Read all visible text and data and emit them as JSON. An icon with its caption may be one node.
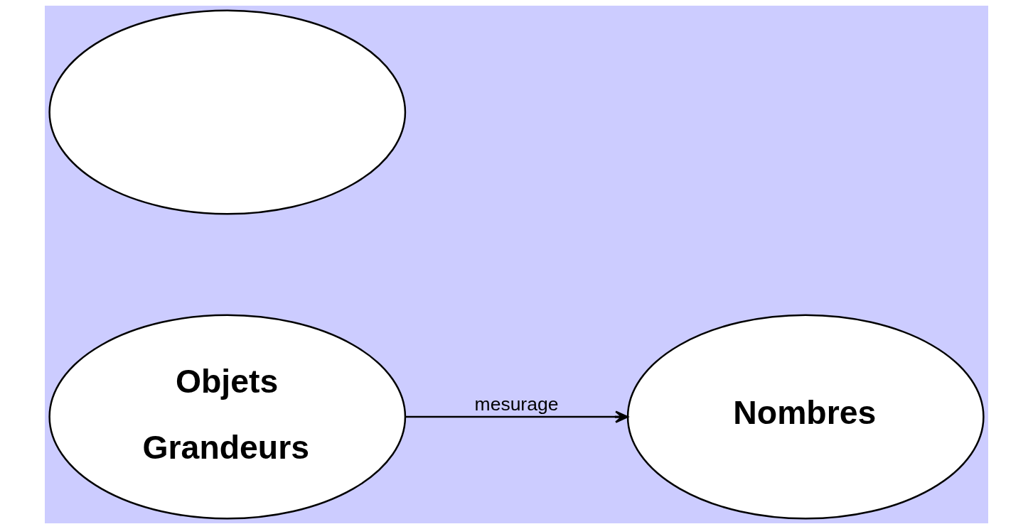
{
  "diagram": {
    "nodes": [
      {
        "text": [
          "Objets",
          "Grandeurs"
        ]
      },
      {
        "text": [
          "Nombres"
        ]
      },
      {
        "text": [],
        "shape": "ellipse"
      }
    ],
    "edges": [
      {
        "from": 0,
        "to": 1,
        "arrow": "to",
        "label": "mesurage"
      }
    ]
  }
}
